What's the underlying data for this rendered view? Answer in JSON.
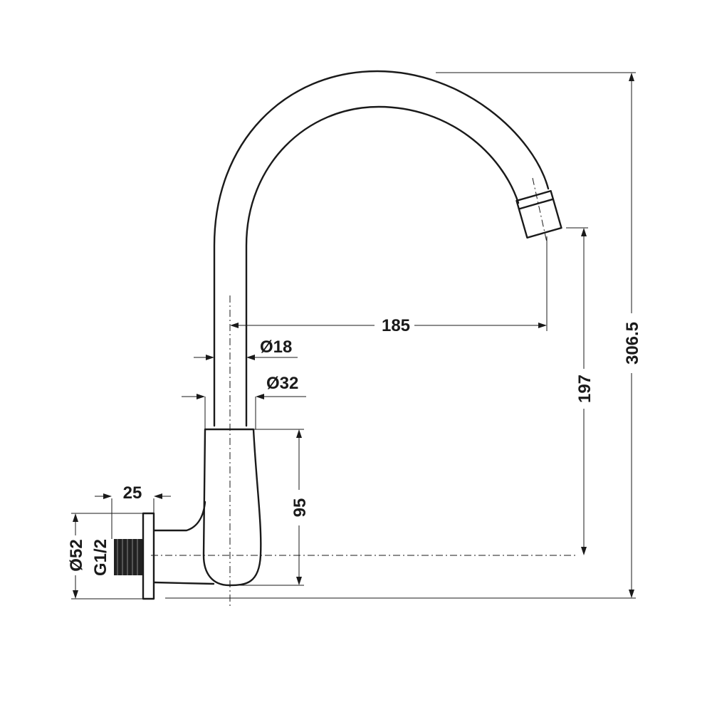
{
  "drawing": {
    "dimensions": {
      "reach": "185",
      "spout_diameter": "Ø18",
      "body_diameter": "Ø32",
      "total_height": "306.5",
      "outlet_height": "197",
      "body_height": "95",
      "wall_offset": "25",
      "flange_diameter": "Ø52",
      "thread": "G1/2"
    },
    "colors": {
      "line": "#1a1a1a",
      "thread": "#222222",
      "background": "#ffffff"
    }
  }
}
